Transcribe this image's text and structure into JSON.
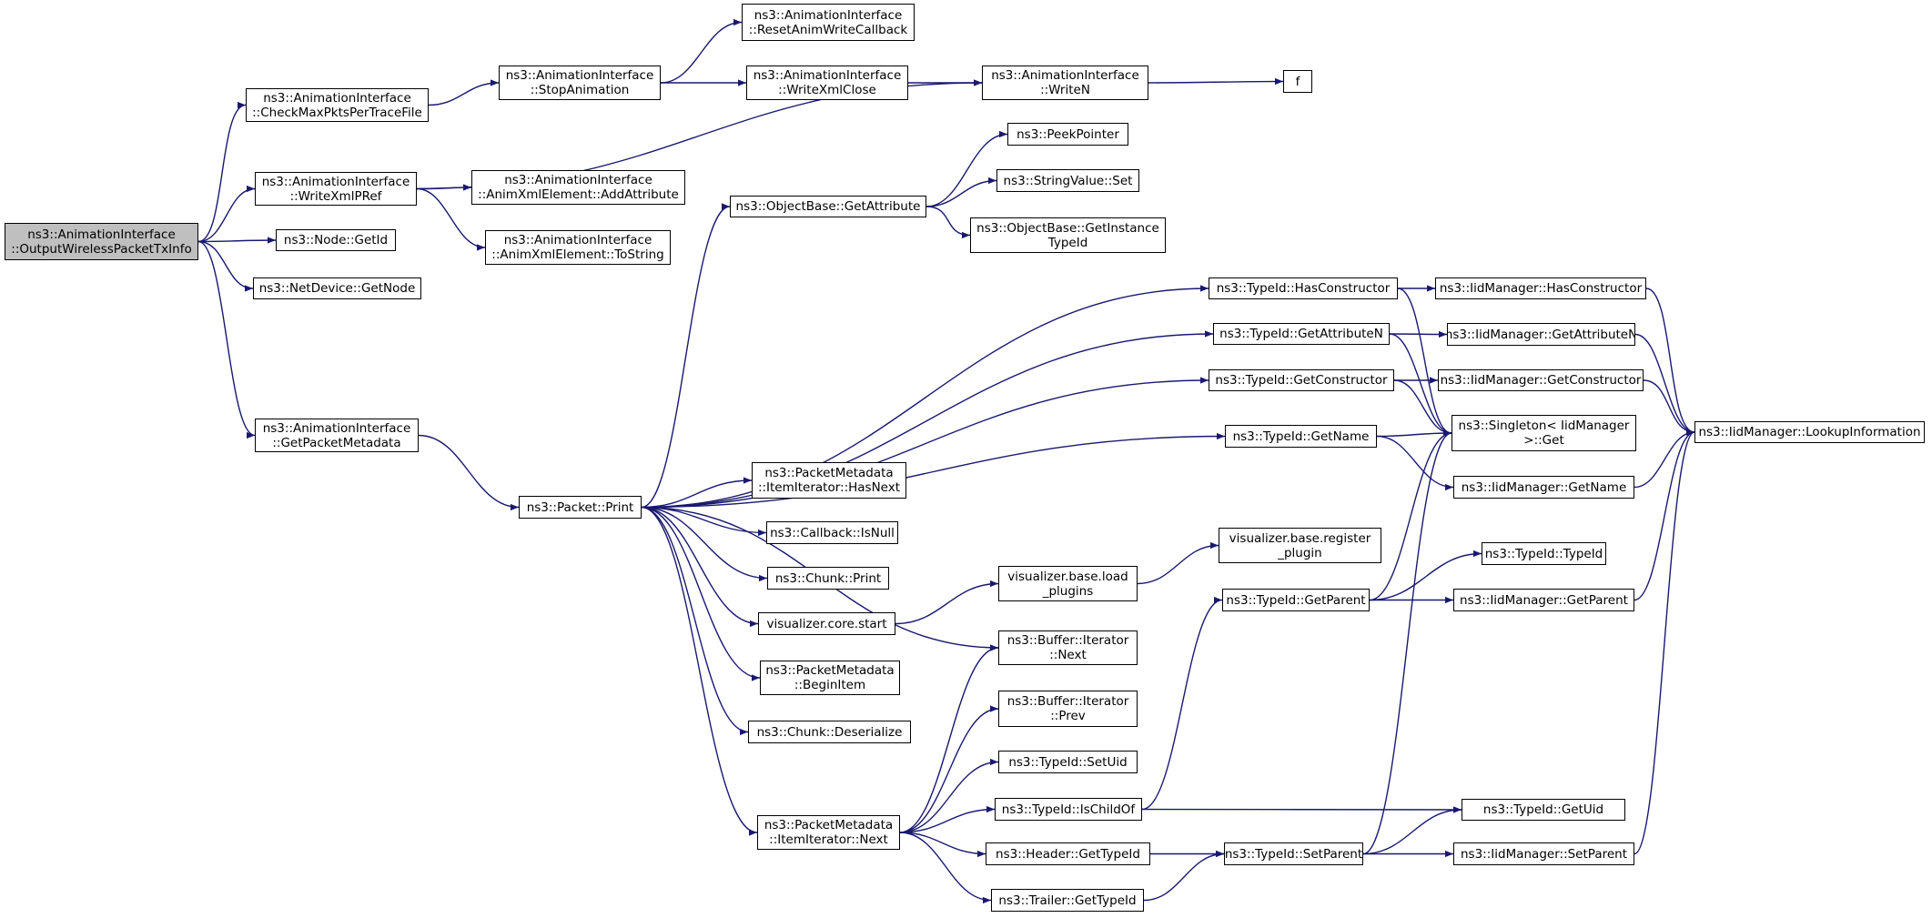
{
  "colors": {
    "edge": "#191970",
    "node_border": "#000000",
    "root_fill": "#bfbfbf",
    "node_fill": "#ffffff"
  },
  "nodes": [
    {
      "id": "n1",
      "lines": [
        "ns3::AnimationInterface",
        "::OutputWirelessPacketTxInfo"
      ],
      "root": true
    },
    {
      "id": "n2",
      "lines": [
        "ns3::AnimationInterface",
        "::CheckMaxPktsPerTraceFile"
      ]
    },
    {
      "id": "n3",
      "lines": [
        "ns3::AnimationInterface",
        "::WriteXmlPRef"
      ]
    },
    {
      "id": "n4",
      "lines": [
        "ns3::Node::GetId"
      ]
    },
    {
      "id": "n5",
      "lines": [
        "ns3::NetDevice::GetNode"
      ]
    },
    {
      "id": "n6",
      "lines": [
        "ns3::AnimationInterface",
        "::GetPacketMetadata"
      ]
    },
    {
      "id": "n7",
      "lines": [
        "ns3::AnimationInterface",
        "::StopAnimation"
      ]
    },
    {
      "id": "n8",
      "lines": [
        "ns3::AnimationInterface",
        "::ResetAnimWriteCallback"
      ]
    },
    {
      "id": "n9",
      "lines": [
        "ns3::AnimationInterface",
        "::WriteXmlClose"
      ]
    },
    {
      "id": "n10",
      "lines": [
        "ns3::AnimationInterface",
        "::WriteN"
      ]
    },
    {
      "id": "n11",
      "lines": [
        "f"
      ]
    },
    {
      "id": "n12",
      "lines": [
        "ns3::AnimationInterface",
        "::AnimXmlElement::AddAttribute"
      ]
    },
    {
      "id": "n13",
      "lines": [
        "ns3::AnimationInterface",
        "::AnimXmlElement::ToString"
      ]
    },
    {
      "id": "n14",
      "lines": [
        "ns3::Packet::Print"
      ]
    },
    {
      "id": "n15",
      "lines": [
        "ns3::ObjectBase::GetAttribute"
      ]
    },
    {
      "id": "n16",
      "lines": [
        "ns3::PeekPointer"
      ]
    },
    {
      "id": "n17",
      "lines": [
        "ns3::StringValue::Set"
      ]
    },
    {
      "id": "n18",
      "lines": [
        "ns3::ObjectBase::GetInstance",
        "TypeId"
      ]
    },
    {
      "id": "n19",
      "lines": [
        "ns3::TypeId::HasConstructor"
      ]
    },
    {
      "id": "n20",
      "lines": [
        "ns3::TypeId::GetAttributeN"
      ]
    },
    {
      "id": "n21",
      "lines": [
        "ns3::TypeId::GetConstructor"
      ]
    },
    {
      "id": "n22",
      "lines": [
        "ns3::TypeId::GetName"
      ]
    },
    {
      "id": "n23",
      "lines": [
        "ns3::PacketMetadata",
        "::ItemIterator::HasNext"
      ]
    },
    {
      "id": "n24",
      "lines": [
        "ns3::Callback::IsNull"
      ]
    },
    {
      "id": "n25",
      "lines": [
        "ns3::Chunk::Print"
      ]
    },
    {
      "id": "n26",
      "lines": [
        "visualizer.core.start"
      ]
    },
    {
      "id": "n27",
      "lines": [
        "ns3::PacketMetadata",
        "::BeginItem"
      ]
    },
    {
      "id": "n28",
      "lines": [
        "ns3::Chunk::Deserialize"
      ]
    },
    {
      "id": "n29",
      "lines": [
        "ns3::PacketMetadata",
        "::ItemIterator::Next"
      ]
    },
    {
      "id": "n30",
      "lines": [
        "visualizer.base.load",
        "_plugins"
      ]
    },
    {
      "id": "n31",
      "lines": [
        "visualizer.base.register",
        "_plugin"
      ]
    },
    {
      "id": "n32",
      "lines": [
        "ns3::Buffer::Iterator",
        "::Next"
      ]
    },
    {
      "id": "n33",
      "lines": [
        "ns3::Buffer::Iterator",
        "::Prev"
      ]
    },
    {
      "id": "n34",
      "lines": [
        "ns3::TypeId::SetUid"
      ]
    },
    {
      "id": "n35",
      "lines": [
        "ns3::TypeId::IsChildOf"
      ]
    },
    {
      "id": "n36",
      "lines": [
        "ns3::Header::GetTypeId"
      ]
    },
    {
      "id": "n37",
      "lines": [
        "ns3::Trailer::GetTypeId"
      ]
    },
    {
      "id": "n38",
      "lines": [
        "ns3::TypeId::GetParent"
      ]
    },
    {
      "id": "n39",
      "lines": [
        "ns3::TypeId::SetParent"
      ]
    },
    {
      "id": "n40",
      "lines": [
        "ns3::IidManager::HasConstructor"
      ]
    },
    {
      "id": "n41",
      "lines": [
        "ns3::IidManager::GetAttributeN"
      ]
    },
    {
      "id": "n42",
      "lines": [
        "ns3::IidManager::GetConstructor"
      ]
    },
    {
      "id": "n43",
      "lines": [
        "ns3::Singleton< IidManager",
        ">::Get"
      ]
    },
    {
      "id": "n44",
      "lines": [
        "ns3::IidManager::GetName"
      ]
    },
    {
      "id": "n45",
      "lines": [
        "ns3::TypeId::TypeId"
      ]
    },
    {
      "id": "n46",
      "lines": [
        "ns3::IidManager::GetParent"
      ]
    },
    {
      "id": "n47",
      "lines": [
        "ns3::TypeId::GetUid"
      ]
    },
    {
      "id": "n48",
      "lines": [
        "ns3::IidManager::SetParent"
      ]
    },
    {
      "id": "n49",
      "lines": [
        "ns3::IidManager::LookupInformation"
      ]
    }
  ]
}
